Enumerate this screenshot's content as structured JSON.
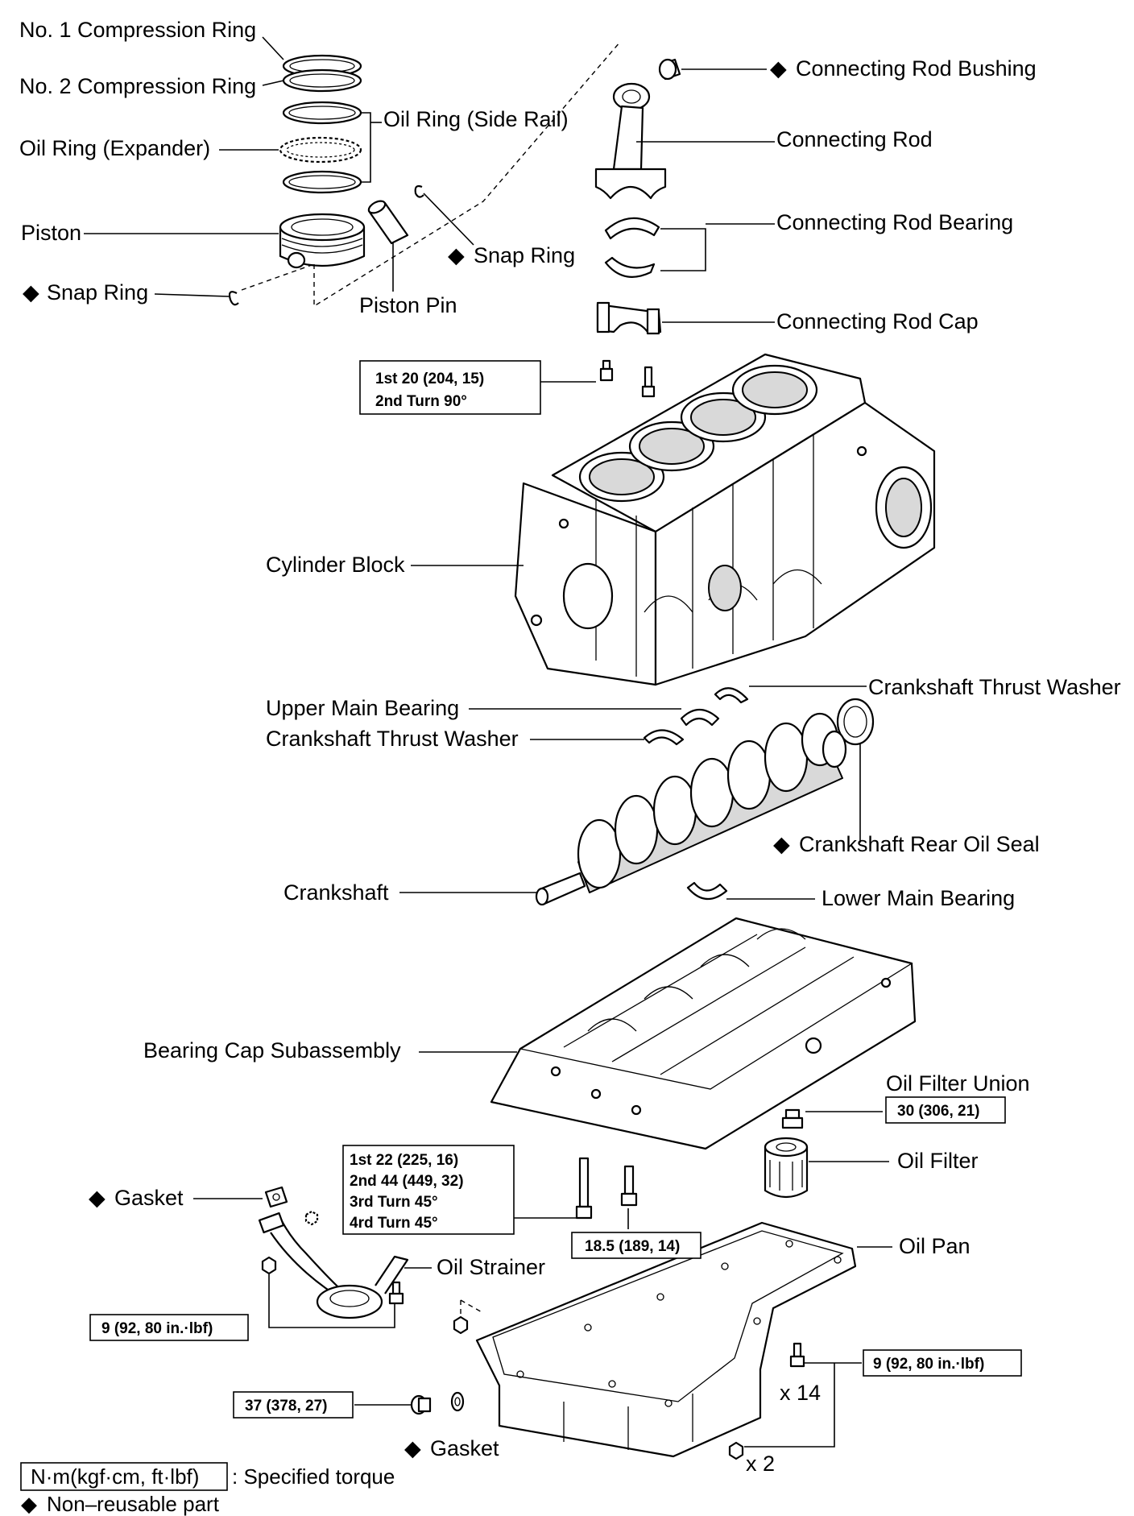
{
  "labels": {
    "no1_compression_ring": "No. 1 Compression Ring",
    "no2_compression_ring": "No. 2 Compression Ring",
    "oil_ring_side_rail": "Oil Ring (Side Rail)",
    "oil_ring_expander": "Oil Ring (Expander)",
    "piston": "Piston",
    "snap_ring_right": "Snap Ring",
    "snap_ring_left": "Snap Ring",
    "piston_pin": "Piston Pin",
    "connecting_rod_bushing": "Connecting Rod Bushing",
    "connecting_rod": "Connecting Rod",
    "connecting_rod_bearing": "Connecting Rod Bearing",
    "connecting_rod_cap": "Connecting Rod Cap",
    "cylinder_block": "Cylinder Block",
    "upper_main_bearing": "Upper Main Bearing",
    "crankshaft_thrust_washer_upper": "Crankshaft Thrust Washer",
    "crankshaft_thrust_washer_lower": "Crankshaft Thrust Washer",
    "crankshaft_rear_oil_seal": "Crankshaft Rear Oil Seal",
    "crankshaft": "Crankshaft",
    "lower_main_bearing": "Lower Main Bearing",
    "bearing_cap_subassembly": "Bearing Cap Subassembly",
    "oil_filter_union": "Oil Filter Union",
    "oil_filter": "Oil Filter",
    "gasket_upper": "Gasket",
    "oil_strainer": "Oil Strainer",
    "oil_pan": "Oil Pan",
    "gasket_lower": "Gasket",
    "qty_14": "x 14",
    "qty_2": "x 2"
  },
  "torque": {
    "conrod_cap_line1": "1st 20 (204, 15)",
    "conrod_cap_line2": "2nd Turn 90°",
    "bearing_cap_line1": "1st  22 (225, 16)",
    "bearing_cap_line2": "2nd 44 (449, 32)",
    "bearing_cap_line3": "3rd Turn 45°",
    "bearing_cap_line4": "4rd Turn 45°",
    "bearing_cap_bolt": "18.5 (189, 14)",
    "oil_filter_union": "30 (306, 21)",
    "oil_strainer": "9 (92, 80 in.·lbf)",
    "oil_pan": "9 (92, 80 in.·lbf)",
    "drain_plug": "37 (378, 27)"
  },
  "legend": {
    "torque_unit": "N·m(kgf·cm,  ft·lbf)",
    "torque_desc": ": Specified torque",
    "non_reusable_symbol": "◆",
    "non_reusable_desc": "Non–reusable part"
  },
  "marker": "◆"
}
